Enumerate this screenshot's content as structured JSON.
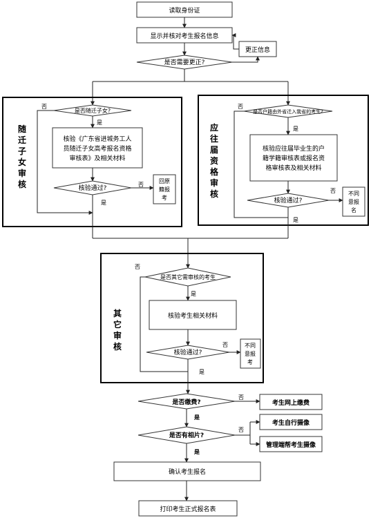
{
  "flow": {
    "read_id": "读取身份证",
    "display_info": "显示并核对考生报名信息",
    "correct_info": "更正信息",
    "need_correct": "是否需要更正?",
    "sec_a": {
      "title": [
        "随",
        "迁",
        "子",
        "女",
        "审",
        "核"
      ],
      "q_follow": "是否随迁子女?",
      "verify_lines": [
        "核验《广东省进城务工人",
        "员随迁子女高考报名资格",
        "审核表》及相关材料"
      ],
      "pass": "核验通过?",
      "reject_lines": [
        "回原",
        "籍报",
        "考"
      ]
    },
    "sec_b": {
      "title": [
        "应",
        "往",
        "届",
        "资",
        "格",
        "审",
        "核"
      ],
      "q_local": "是否户籍由外省迁入我省的考生?",
      "verify_lines": [
        "核验应往届毕业生的户",
        "籍学籍审核表或报名资",
        "格审核表及相关材料"
      ],
      "pass": "核验通过?",
      "reject_lines": [
        "不同",
        "意报",
        "名"
      ]
    },
    "sec_c": {
      "title": [
        "其",
        "它",
        "审",
        "核"
      ],
      "q_other": "是否其它需审核的考生",
      "verify": "核验考生相关材料",
      "pass": "核验通过?",
      "reject_lines": [
        "不同",
        "意报",
        "考"
      ]
    },
    "q_fee": "是否缴费?",
    "fee_online": "考生网上缴费",
    "q_photo": "是否有相片?",
    "photo_self": "考生自行摄像",
    "photo_admin": "管理端帮考生摄像",
    "confirm": "确认考生报名",
    "print": "打印考生正式报名表",
    "yes": "是",
    "no": "否"
  }
}
